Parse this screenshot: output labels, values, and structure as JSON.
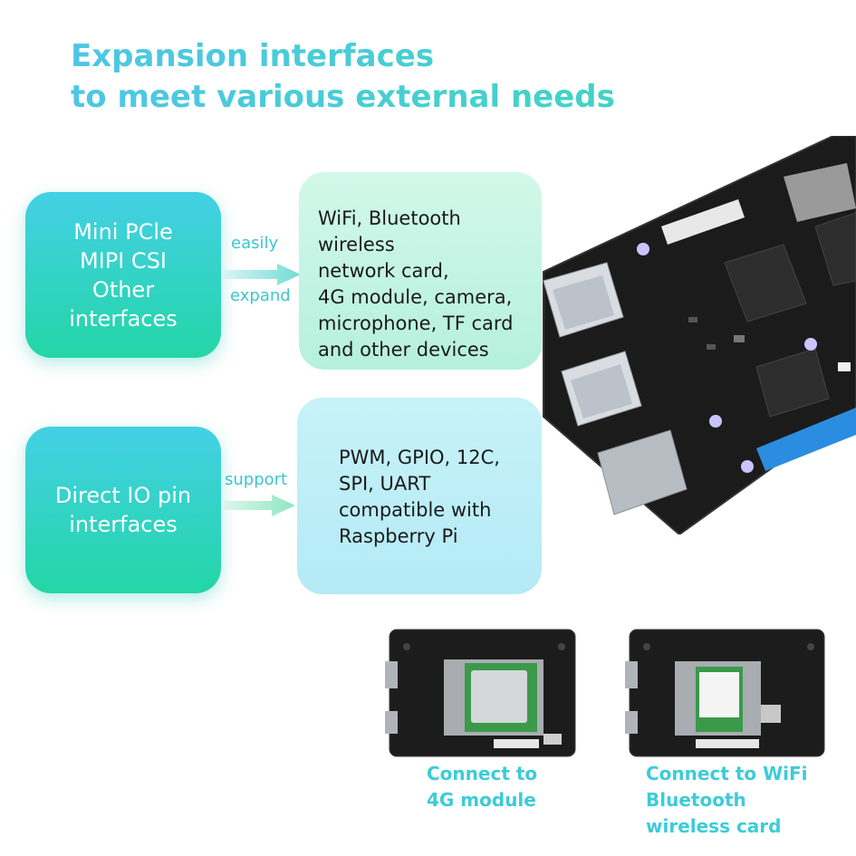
{
  "headline": {
    "line1": "Expansion interfaces",
    "line2": "to meet various external needs"
  },
  "expand_row": {
    "interfaces": [
      "Mini PCle",
      "MIPI CSI",
      "Other",
      "interfaces"
    ],
    "arrow_label_top": "easily",
    "arrow_label_bottom": "expand",
    "devices": [
      "WiFi, Bluetooth",
      "wireless",
      "network card,",
      "4G module, camera,",
      "microphone, TF card",
      "and other devices"
    ]
  },
  "io_row": {
    "interfaces": [
      "Direct IO pin",
      "interfaces"
    ],
    "arrow_label": "support",
    "capabilities": [
      "PWM, GPIO, 12C,",
      "SPI, UART",
      "compatible with",
      "Raspberry Pi"
    ]
  },
  "examples": [
    {
      "caption": [
        "Connect to",
        "4G module"
      ]
    },
    {
      "caption": [
        "Connect to WiFi",
        "Bluetooth",
        "wireless card"
      ]
    }
  ],
  "colors": {
    "accent_cyan": "#44d0e6",
    "accent_green": "#23d6a6",
    "caption": "#3dcbd8",
    "box_light_green": "#c4f4e4",
    "box_light_blue": "#bdeef7",
    "board": "#1b1b1b"
  }
}
